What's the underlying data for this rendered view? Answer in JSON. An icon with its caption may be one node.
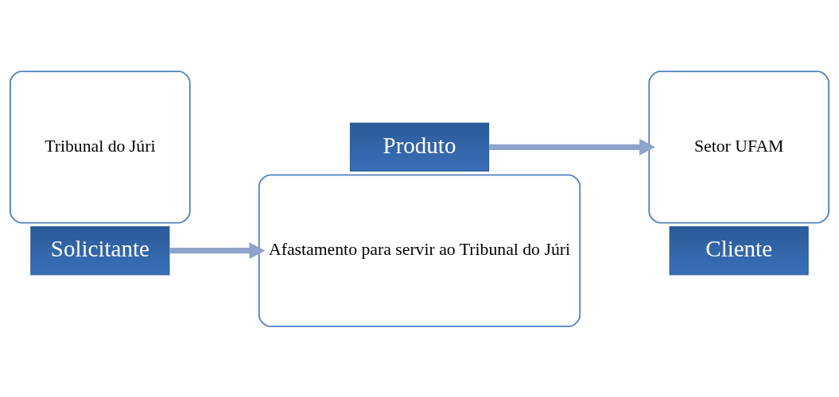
{
  "diagram": {
    "nodes": [
      {
        "text": [
          "Tribunal do Júri"
        ]
      },
      {
        "text": [
          "Solicitante"
        ]
      },
      {
        "text": [
          "Afastamento para servir ao Tribunal do Júri"
        ]
      },
      {
        "text": [
          "Produto"
        ]
      },
      {
        "text": [
          "Setor UFAM"
        ]
      },
      {
        "text": [
          "Cliente"
        ]
      }
    ],
    "edges": [
      {
        "from": 1,
        "to": 2,
        "arrow": "to"
      },
      {
        "from": 3,
        "to": 4,
        "arrow": "to"
      }
    ]
  }
}
